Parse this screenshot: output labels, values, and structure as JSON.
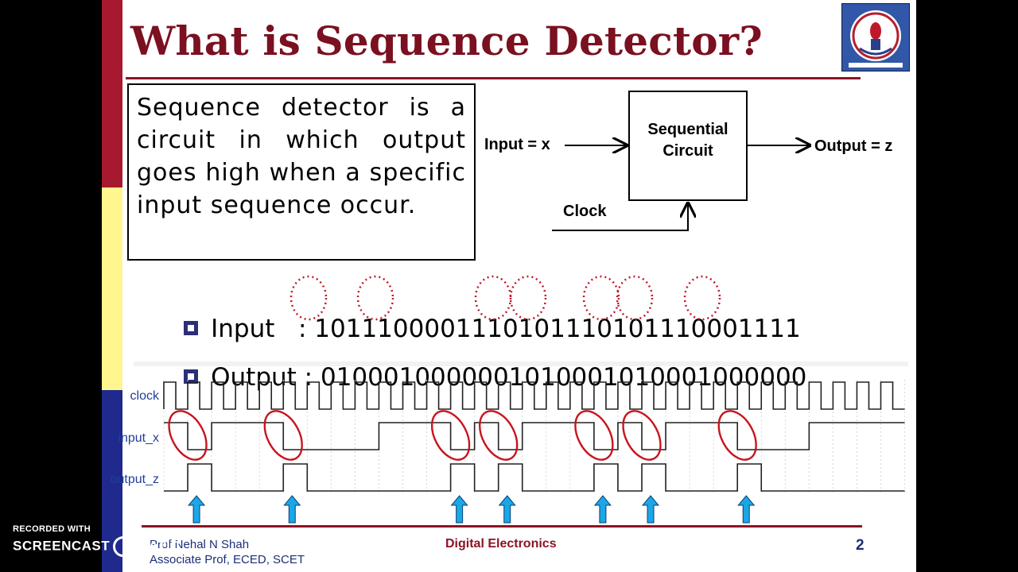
{
  "slide": {
    "title": "What is Sequence Detector?",
    "definition": "Sequence detector is a circuit in which output goes high when a specific input sequence occur."
  },
  "diagram": {
    "input_label": "Input = x",
    "box_label": "Sequential\nCircuit",
    "output_label": "Output = z",
    "clock_label": "Clock"
  },
  "bullets": [
    {
      "label": "Input",
      "separator": "   :",
      "sequence": "1011100001110101110101110001111"
    },
    {
      "label": "Output",
      "separator": " :",
      "sequence": "0100010000001010001010001000000"
    }
  ],
  "timing": {
    "signal_labels": [
      "clock",
      "input_x",
      "output_z"
    ]
  },
  "footer": {
    "author": "Prof Nehal N Shah\nAssociate Prof, ECED, SCET",
    "course": "Digital Electronics",
    "page_number": "2"
  },
  "watermark": {
    "line1": "RECORDED WITH",
    "line2_a": "SCREENCAST",
    "line2_b": "MATIC"
  },
  "colors": {
    "title": "#7a1020",
    "accent_red": "#a6192e",
    "accent_yellow": "#fff68f",
    "accent_navy": "#1f2a8c",
    "circle_dotted": "#c0182a",
    "arrow_cyan": "#1aa7e6"
  }
}
